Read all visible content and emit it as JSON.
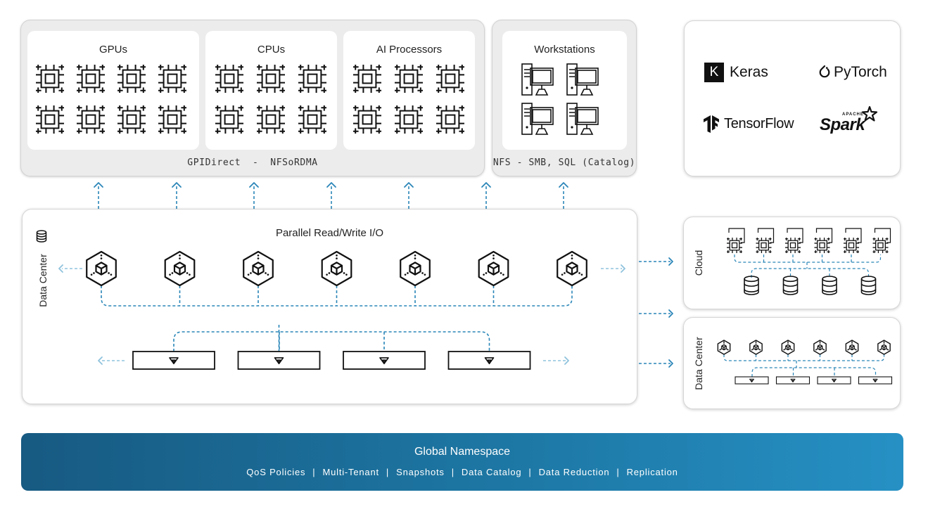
{
  "compute": {
    "groups": [
      {
        "title": "GPUs",
        "count": 8
      },
      {
        "title": "CPUs",
        "count": 6
      },
      {
        "title": "AI Processors",
        "count": 6
      }
    ],
    "caption": "GPIDirect  -  NFSoRDMA"
  },
  "workstations": {
    "title": "Workstations",
    "count": 4,
    "caption": "NFS - SMB, SQL (Catalog)"
  },
  "frameworks": {
    "logos": [
      {
        "name": "keras-logo",
        "text": "Keras",
        "badge": "K"
      },
      {
        "name": "pytorch-logo",
        "text": "PyTorch"
      },
      {
        "name": "tensorflow-logo",
        "text": "TensorFlow"
      },
      {
        "name": "spark-logo",
        "text": "Spark",
        "tag": "APACHE"
      }
    ]
  },
  "datacenter_main": {
    "side_label": "Data Center",
    "title": "Parallel Read/Write I/O",
    "node_count": 7,
    "drive_count": 4
  },
  "cloud": {
    "side_label": "Cloud",
    "chip_count": 6,
    "db_count": 4
  },
  "datacenter_remote": {
    "side_label": "Data Center",
    "node_count": 6,
    "drive_count": 4
  },
  "banner": {
    "title": "Global Namespace",
    "items": [
      "QoS Policies",
      "Multi-Tenant",
      "Snapshots",
      "Data Catalog",
      "Data Reduction",
      "Replication"
    ]
  },
  "colors": {
    "accent": "#1d77a4",
    "arrow_blue": "#2a86b8",
    "arrow_light": "#8fc3dd",
    "banner_start": "#175a82",
    "banner_end": "#2690c4",
    "panel_gray": "#ececec"
  }
}
